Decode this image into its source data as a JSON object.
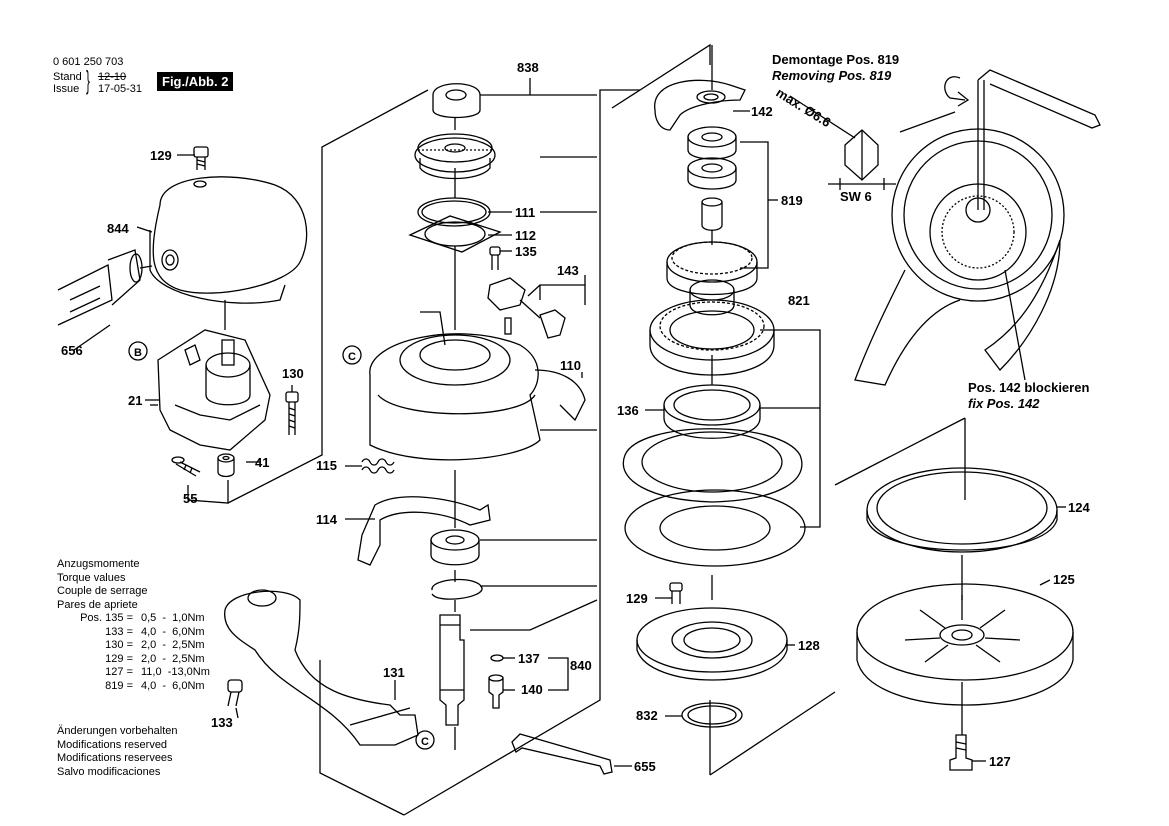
{
  "header": {
    "part_number": "0 601 250 703",
    "stand_label": "Stand",
    "stand_value": "12-10",
    "issue_label": "Issue",
    "issue_value": "17-05-31",
    "fig_label": "Fig./Abb. 2"
  },
  "torque": {
    "titles": [
      "Anzugsmomente",
      "Torque values",
      "Couple de serrage",
      "Pares de apriete"
    ],
    "rows": [
      {
        "pos": "Pos. 135 =",
        "value": "0,5  -  1,0Nm"
      },
      {
        "pos": "133 =",
        "value": "4,0  -  6,0Nm"
      },
      {
        "pos": "130 =",
        "value": "2,0  -  2,5Nm"
      },
      {
        "pos": "129 =",
        "value": "2,0  -  2,5Nm"
      },
      {
        "pos": "127 =",
        "value": "11,0  -13,0Nm"
      },
      {
        "pos": "819 =",
        "value": "4,0  -  6,0Nm"
      }
    ]
  },
  "modifications": [
    "Änderungen vorbehalten",
    "Modifications reserved",
    "Modifications reservees",
    "Salvo modificaciones"
  ],
  "notes": {
    "removing_de": "Demontage Pos. 819",
    "removing_en": "Removing Pos. 819",
    "max_dia": "max. Ø6.6",
    "sw": "SW 6",
    "block_de": "Pos. 142 blockieren",
    "block_en": "fix Pos. 142"
  },
  "callouts": {
    "c129a": "129",
    "c844": "844",
    "c656": "656",
    "cB": "B",
    "c21": "21",
    "c130": "130",
    "c41": "41",
    "c55": "55",
    "c838": "838",
    "c111": "111",
    "c112": "112",
    "c135": "135",
    "c143": "143",
    "cC1": "C",
    "c110": "110",
    "c115": "115",
    "c114": "114",
    "c131": "131",
    "c133": "133",
    "cC2": "C",
    "c137": "137",
    "c140": "140",
    "c840": "840",
    "c655": "655",
    "c142": "142",
    "c819": "819",
    "c821": "821",
    "c136": "136",
    "c129b": "129",
    "c128": "128",
    "c832": "832",
    "c124": "124",
    "c125": "125",
    "c127": "127"
  }
}
